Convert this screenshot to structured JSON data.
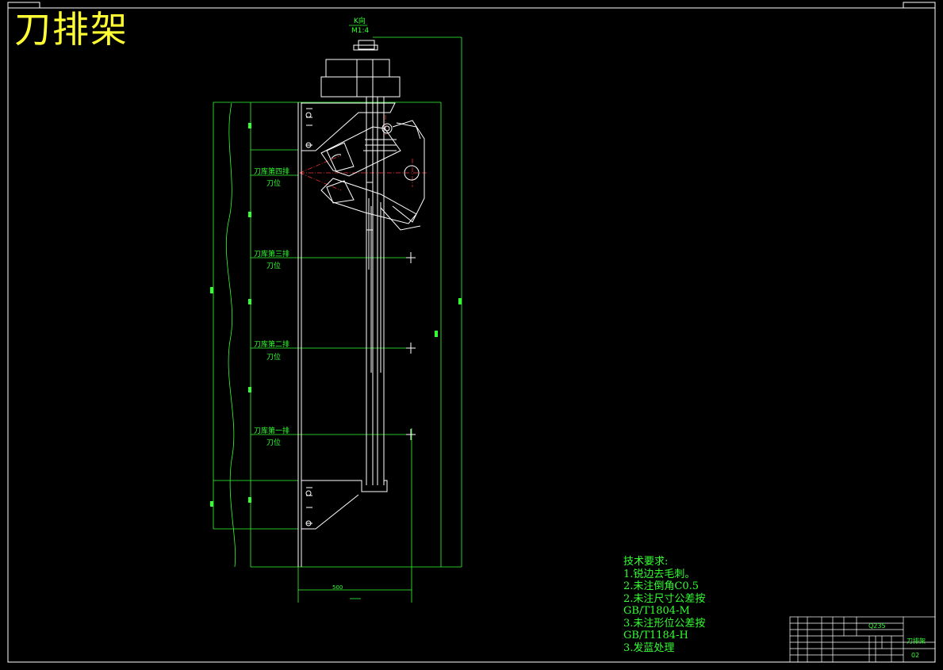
{
  "drawing": {
    "title": "刀排架",
    "view_label": "K向",
    "view_scale": "M1:4",
    "positions": [
      {
        "line1": "刀库第四排",
        "line2": "刀位"
      },
      {
        "line1": "刀库第三排",
        "line2": "刀位"
      },
      {
        "line1": "刀库第二排",
        "line2": "刀位"
      },
      {
        "line1": "刀库第一排",
        "line2": "刀位"
      }
    ],
    "bottom_dimension": "500"
  },
  "technical_requirements": {
    "heading": "技术要求:",
    "items": [
      "1.锐边去毛刺。",
      "2.未注倒角C0.5",
      "2.未注尺寸公差按",
      "GB/T1804-M",
      "3.未注形位公差按",
      "GB/T1184-H",
      "3.发蓝处理"
    ]
  },
  "title_block": {
    "material": "Q235",
    "part_name": "刀排架",
    "drawing_no": "02"
  },
  "colors": {
    "background": "#000000",
    "outline": "#ffffff",
    "dimension": "#33ff33",
    "title": "#ffff33",
    "centerline": "#ff3333"
  }
}
